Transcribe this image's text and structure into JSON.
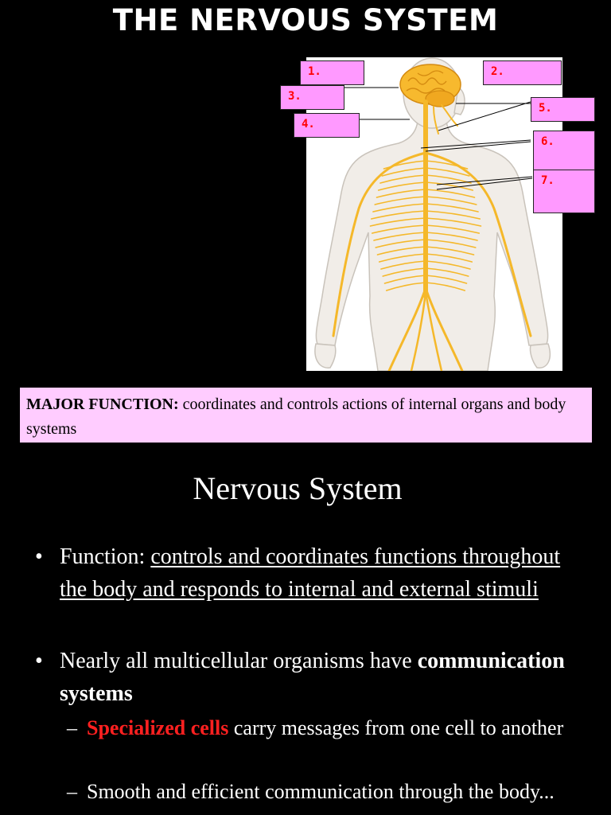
{
  "title": "THE NERVOUS SYSTEM",
  "diagram": {
    "labels": [
      "1.",
      "2.",
      "3.",
      "4.",
      "5.",
      "6.",
      "7."
    ],
    "label_box_color": "#ff99ff",
    "label_text_color": "#ff0000",
    "nerve_color": "#f5b82a"
  },
  "major_function": {
    "label": "MAJOR FUNCTION:",
    "text": " coordinates and controls actions of internal organs and body systems"
  },
  "heading": "Nervous System",
  "bullets": {
    "b1_prefix": "Function: ",
    "b1_underlined": "controls and coordinates functions throughout the body and responds to internal and external stimuli",
    "b2_text": "Nearly all multicellular organisms have ",
    "b2_bold": "communication systems",
    "s1_red": "Specialized cells",
    "s1_text": " carry messages from one cell to another",
    "s2_text": "Smooth and efficient communication through the body..."
  }
}
